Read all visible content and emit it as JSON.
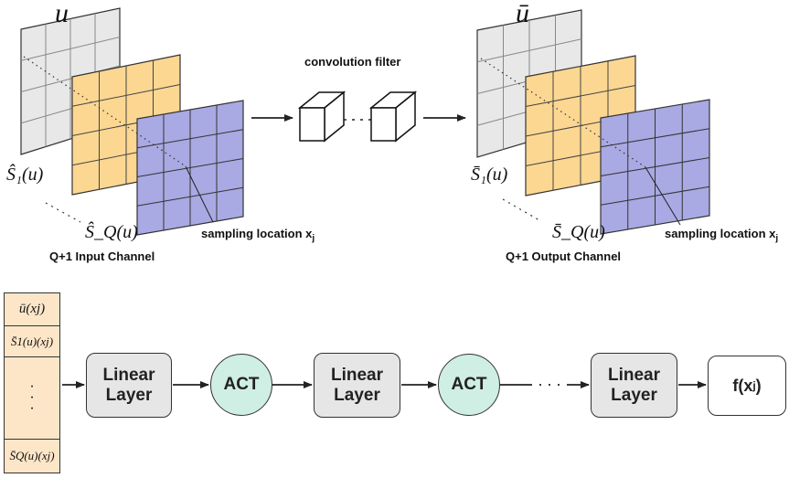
{
  "top": {
    "input_map_label": "u",
    "input_s1_label": "Ŝ₁(u)",
    "input_sq_label": "Ŝ_Q(u)",
    "input_caption": "Q+1 Input Channel",
    "filter_title": "convolution filter",
    "output_map_label": "ū",
    "output_s1_label": "S̄₁(u)",
    "output_sq_label": "S̄_Q(u)",
    "output_caption": "Q+1 Output Channel",
    "sampling_text": "sampling location x",
    "sampling_sub": "j"
  },
  "bottom": {
    "column_cells": [
      "ū(xj)",
      "S̄1(u)(xj)",
      "·\n·\n·",
      "S̄Q(u)(xj)"
    ],
    "linear_label": "Linear\nLayer",
    "act_label": "ACT",
    "output_label": "f(x",
    "output_sub": "j",
    "output_close": ")"
  },
  "colors": {
    "gray_layer": "#e8e8e8",
    "orange_layer": "#fcd792",
    "purple_layer": "#a9a9e3",
    "act_fill": "#cfeee4",
    "column_fill": "#fde6c8"
  }
}
